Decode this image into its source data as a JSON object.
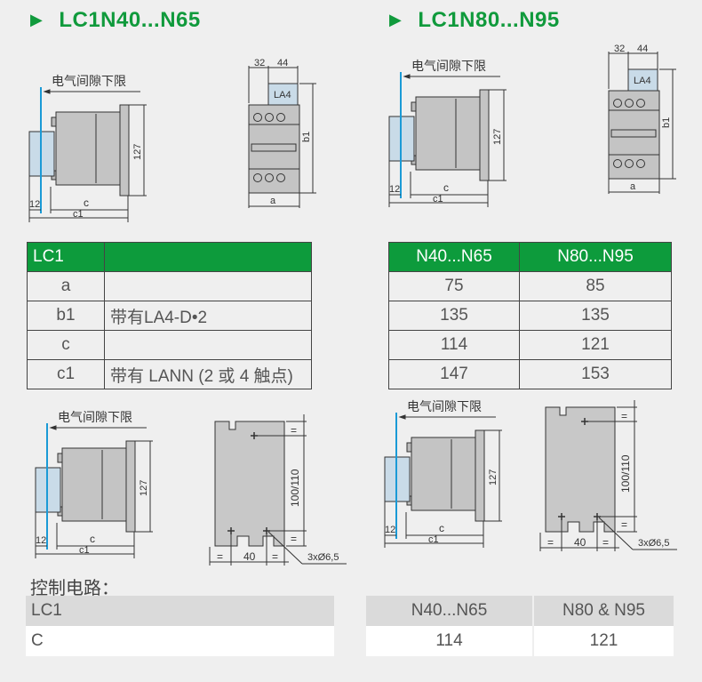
{
  "titles": {
    "left": "LC1N40...N65",
    "right": "LC1N80...N95",
    "arrow_icon": "play-triangle-icon"
  },
  "diagram": {
    "clearance": "电气间隙下限",
    "dim_12": "12",
    "dim_c": "c",
    "dim_c1": "c1",
    "dim_127": "127",
    "dim_32": "32",
    "dim_44": "44",
    "la4": "LA4",
    "dim_b1": "b1",
    "dim_a": "a",
    "eq": "=",
    "dim_40": "40",
    "dim_100_110": "100/110",
    "holes": "3xØ6,5"
  },
  "left_table": {
    "header": [
      "LC1",
      ""
    ],
    "rows": [
      [
        "a",
        ""
      ],
      [
        "b1",
        "带有LA4-D•2"
      ],
      [
        "c",
        ""
      ],
      [
        "c1",
        "带有 LANN (2 或 4 触点)"
      ]
    ]
  },
  "right_table": {
    "header": [
      "N40...N65",
      "N80...N95"
    ],
    "rows": [
      [
        "75",
        "85"
      ],
      [
        "135",
        "135"
      ],
      [
        "114",
        "121"
      ],
      [
        "147",
        "153"
      ]
    ]
  },
  "control": {
    "label": "控制电路：",
    "left": {
      "header": "LC1",
      "row": "C"
    },
    "right": {
      "header": [
        "N40...N65",
        "N80 & N95"
      ],
      "row": [
        "114",
        "121"
      ]
    }
  },
  "colors": {
    "green": "#0d9b3c",
    "blue": "#1a9ad6"
  }
}
